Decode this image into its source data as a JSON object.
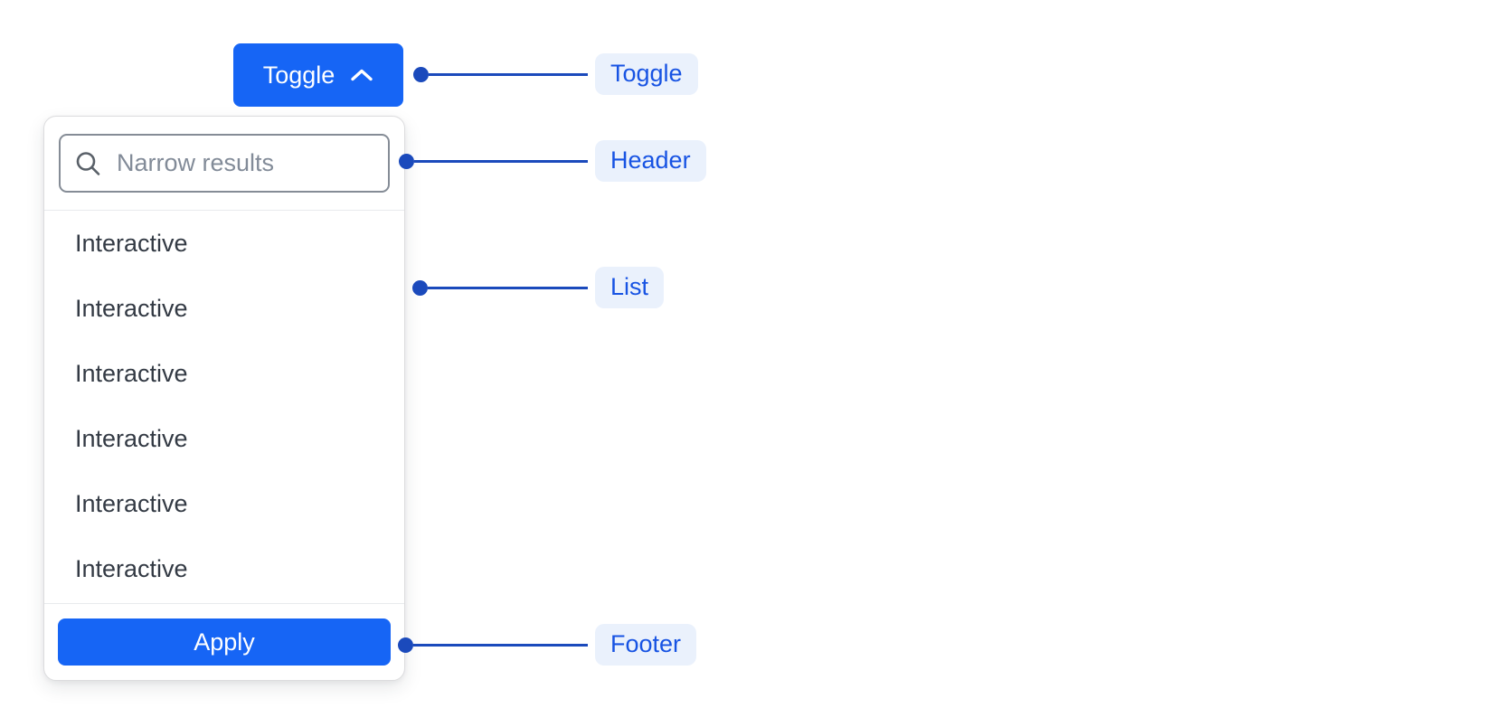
{
  "toggle_button": {
    "label": "Toggle",
    "icon": "chevron-up-icon"
  },
  "dropdown": {
    "search": {
      "placeholder": "Narrow results",
      "value": "",
      "icon": "search-icon"
    },
    "items": [
      "Interactive",
      "Interactive",
      "Interactive",
      "Interactive",
      "Interactive",
      "Interactive"
    ],
    "footer": {
      "apply_label": "Apply"
    }
  },
  "annotations": [
    {
      "label": "Toggle"
    },
    {
      "label": "Header"
    },
    {
      "label": "List"
    },
    {
      "label": "Footer"
    }
  ],
  "colors": {
    "accent_blue": "#1665F5",
    "annotation_line_blue": "#1B4ABC",
    "annotation_text_blue": "#1753E3",
    "annotation_chip_bg": "#EAF1FC",
    "panel_border": "#DCDCDE",
    "divider": "#E8EAED",
    "input_border": "#858C96",
    "placeholder_gray": "#828B98",
    "item_text": "#333A44",
    "background": "#FFFFFF"
  }
}
